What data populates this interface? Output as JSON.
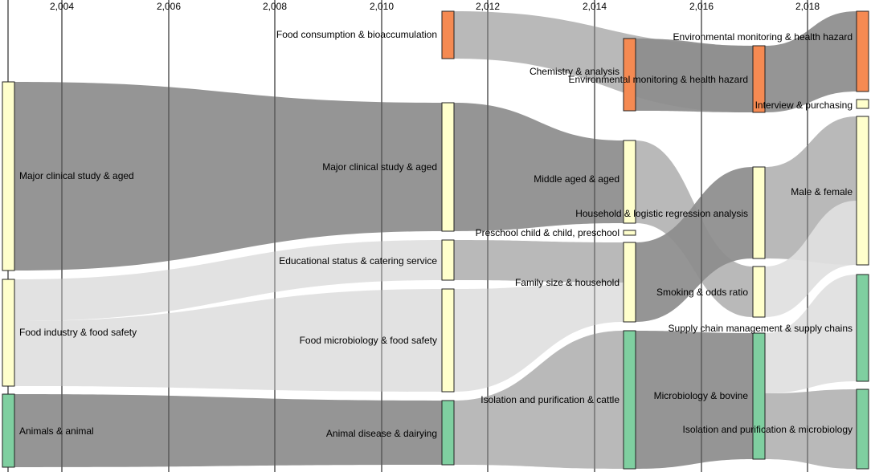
{
  "axis": {
    "ticks": [
      "2,004",
      "2,006",
      "2,008",
      "2,010",
      "2,012",
      "2,014",
      "2,016",
      "2,018"
    ]
  },
  "colors": {
    "orange": "#f58a52",
    "yellow": "#ffffcc",
    "green": "#7fcfa0",
    "flow_dark": "#8c8c8c",
    "flow_mid": "#b3b3b3",
    "flow_light": "#e0e0e0",
    "node_stroke": "#222222"
  },
  "nodes": [
    {
      "id": "n0a",
      "label": "Major clinical study & aged",
      "color": "yellow"
    },
    {
      "id": "n0b",
      "label": "Food industry & food safety",
      "color": "yellow"
    },
    {
      "id": "n0c",
      "label": "Animals & animal",
      "color": "green"
    },
    {
      "id": "n1a",
      "label": "Food consumption & bioaccumulation",
      "color": "orange"
    },
    {
      "id": "n1b",
      "label": "Major clinical study & aged",
      "color": "yellow"
    },
    {
      "id": "n1c",
      "label": "Educational status & catering service",
      "color": "yellow"
    },
    {
      "id": "n1d",
      "label": "Food microbiology & food safety",
      "color": "yellow"
    },
    {
      "id": "n1e",
      "label": "Animal disease & dairying",
      "color": "green"
    },
    {
      "id": "n2a",
      "label": "Chemistry & analysis",
      "color": "orange"
    },
    {
      "id": "n2b",
      "label": "Middle aged & aged",
      "color": "yellow"
    },
    {
      "id": "n2c",
      "label": "Preschool child & child, preschool",
      "color": "yellow"
    },
    {
      "id": "n2d",
      "label": "Family size & household",
      "color": "yellow"
    },
    {
      "id": "n2e",
      "label": "Isolation and purification & cattle",
      "color": "green"
    },
    {
      "id": "n3a",
      "label": "Environmental monitoring & health hazard",
      "color": "orange"
    },
    {
      "id": "n3b",
      "label": "Household & logistic regression analysis",
      "color": "yellow"
    },
    {
      "id": "n3c",
      "label": "Smoking & odds ratio",
      "color": "yellow"
    },
    {
      "id": "n3d",
      "label": "Microbiology & bovine",
      "color": "green"
    },
    {
      "id": "n4a",
      "label": "Environmental monitoring & health hazard",
      "color": "orange"
    },
    {
      "id": "n4b",
      "label": "Interview & purchasing",
      "color": "yellow"
    },
    {
      "id": "n4c",
      "label": "Male & female",
      "color": "yellow"
    },
    {
      "id": "n4d",
      "label": "Supply chain management & supply chains",
      "color": "green"
    },
    {
      "id": "n4e",
      "label": "Isolation and purification & microbiology",
      "color": "green"
    }
  ],
  "links": [
    {
      "source": "n0a",
      "target": "n1b",
      "shade": "flow_dark"
    },
    {
      "source": "n0b",
      "target": "n1d",
      "shade": "flow_light"
    },
    {
      "source": "n0b",
      "target": "n1c",
      "shade": "flow_light"
    },
    {
      "source": "n0c",
      "target": "n1e",
      "shade": "flow_dark"
    },
    {
      "source": "n1a",
      "target": "n3a",
      "shade": "flow_mid"
    },
    {
      "source": "n1b",
      "target": "n2b",
      "shade": "flow_dark"
    },
    {
      "source": "n1c",
      "target": "n2d",
      "shade": "flow_mid"
    },
    {
      "source": "n1d",
      "target": "n2d",
      "shade": "flow_light"
    },
    {
      "source": "n1e",
      "target": "n2e",
      "shade": "flow_mid"
    },
    {
      "source": "n2a",
      "target": "n3a",
      "shade": "flow_dark"
    },
    {
      "source": "n2b",
      "target": "n3c",
      "shade": "flow_mid"
    },
    {
      "source": "n2d",
      "target": "n3b",
      "shade": "flow_dark"
    },
    {
      "source": "n2e",
      "target": "n3d",
      "shade": "flow_dark"
    },
    {
      "source": "n3a",
      "target": "n4a",
      "shade": "flow_dark"
    },
    {
      "source": "n3b",
      "target": "n4c",
      "shade": "flow_mid"
    },
    {
      "source": "n3c",
      "target": "n4c",
      "shade": "flow_light"
    },
    {
      "source": "n3d",
      "target": "n4d",
      "shade": "flow_light"
    },
    {
      "source": "n3d",
      "target": "n4e",
      "shade": "flow_mid"
    }
  ]
}
